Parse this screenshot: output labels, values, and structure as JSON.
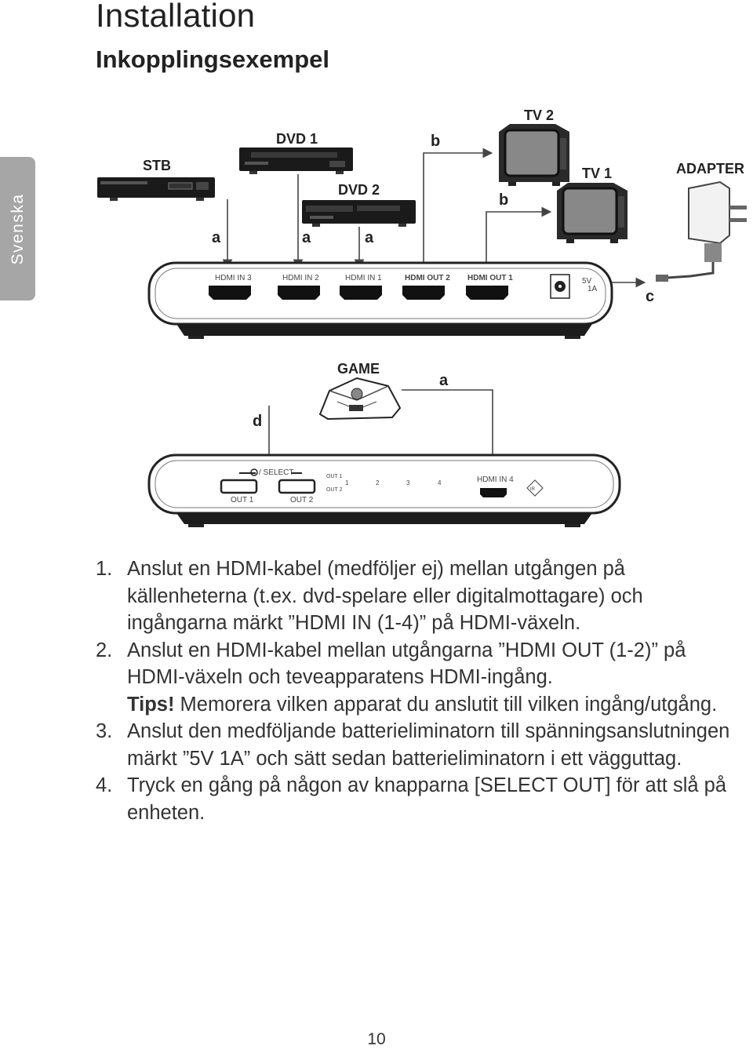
{
  "page": {
    "title": "Installation",
    "subtitle": "Inkopplingsexempel",
    "side_tab": "Svenska",
    "page_number": "10"
  },
  "diagram_top": {
    "devices": {
      "stb": "STB",
      "dvd1": "DVD 1",
      "dvd2": "DVD 2",
      "tv2": "TV 2",
      "tv1": "TV 1",
      "adapter": "ADAPTER"
    },
    "cable_letters": {
      "a1": "a",
      "a2": "a",
      "a3": "a",
      "b1": "b",
      "b2": "b",
      "c": "c"
    },
    "ports": {
      "in3": "HDMI IN 3",
      "in2": "HDMI IN 2",
      "in1": "HDMI IN 1",
      "out2": "HDMI OUT 2",
      "out1": "HDMI OUT 1",
      "power_volt": "5V",
      "power_amp": "1A"
    }
  },
  "diagram_bottom": {
    "devices": {
      "game": "GAME"
    },
    "cable_letters": {
      "a": "a",
      "d": "d"
    },
    "front_panel": {
      "select": "/ SELECT",
      "out1_button": "OUT 1",
      "out2_button": "OUT 2",
      "led_out1": "OUT 1",
      "led_out2": "OUT 2",
      "led_1": "1",
      "led_2": "2",
      "led_3": "3",
      "led_4": "4",
      "in4": "HDMI IN 4",
      "ir": "IR"
    }
  },
  "steps": [
    {
      "num": "1.",
      "text": "Anslut en HDMI-kabel (medföljer ej) mellan utgången på källenheterna (t.ex. dvd-spelare eller digitalmottagare) och ingångarna märkt ”HDMI IN (1-4)” på HDMI-växeln."
    },
    {
      "num": "2.",
      "text": "Anslut en HDMI-kabel mellan utgångarna ”HDMI OUT (1-2)” på HDMI-växeln och teveapparatens HDMI-ingång.",
      "tips_label": "Tips!",
      "tips_text": " Memorera vilken apparat du anslutit till vilken ingång/utgång."
    },
    {
      "num": "3.",
      "text": "Anslut den medföljande batterieliminatorn till spänningsanslutningen märkt ”5V 1A” och sätt sedan batterieliminatorn i ett vägguttag."
    },
    {
      "num": "4.",
      "text": "Tryck en gång på någon av knapparna [SELECT OUT] för att slå på enheten."
    }
  ]
}
